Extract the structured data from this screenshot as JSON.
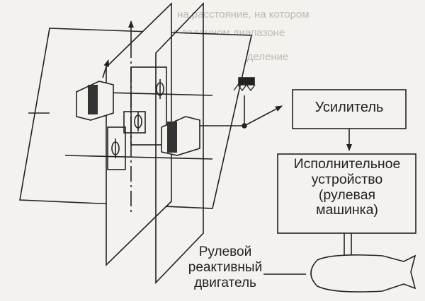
{
  "background_text": {
    "line1": "на расстояние, на котором ",
    "line2": "в заданном диапазоне ",
    "line3": "распределение"
  },
  "blocks": {
    "amplifier": "Усилитель",
    "actuator": "Исполнительное устройство (рулевая машинка)"
  },
  "labels": {
    "engine": "Рулевой реактивный двигатель"
  },
  "colors": {
    "ink": "#222222",
    "paper": "#f4f2ee",
    "faded": "#bdbab5"
  }
}
